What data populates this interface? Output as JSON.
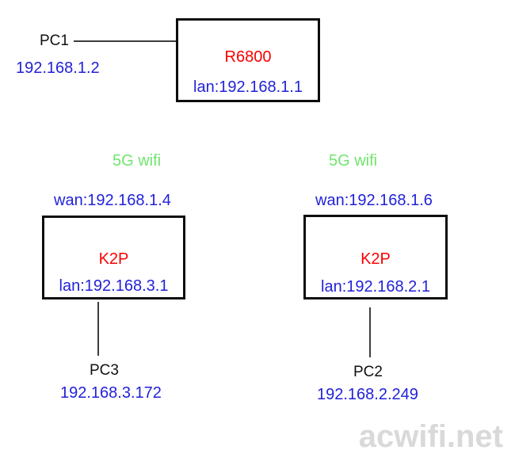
{
  "diagram": {
    "title_hint": "wireless relay network topology",
    "colors": {
      "background": "#ffffff",
      "device_name": "#fa0000",
      "ip_text": "#2222d8",
      "wifi_label": "#70e46e",
      "pc_label": "#111111",
      "connector": "#3d3d3d",
      "box_border": "#0d0d0d",
      "watermark": "#d9d9d9"
    },
    "router": {
      "name": "R6800",
      "lan": "lan:192.168.1.1"
    },
    "pc1": {
      "name": "PC1",
      "ip": "192.168.1.2"
    },
    "node_left": {
      "wifi": "5G wifi",
      "wan": "wan:192.168.1.4",
      "name": "K2P",
      "lan": "lan:192.168.3.1",
      "pc": {
        "name": "PC3",
        "ip": "192.168.3.172"
      }
    },
    "node_right": {
      "wifi": "5G wifi",
      "wan": "wan:192.168.1.6",
      "name": "K2P",
      "lan": "lan:192.168.2.1",
      "pc": {
        "name": "PC2",
        "ip": "192.168.2.249"
      }
    },
    "watermark": "acwifi.net"
  }
}
